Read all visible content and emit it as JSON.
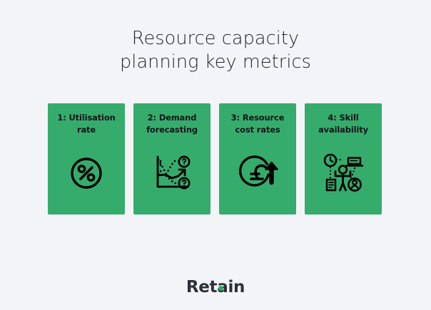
{
  "slide": {
    "background_color": "#f3f4f8",
    "title_lines": [
      "Resource capacity",
      "planning key metrics"
    ],
    "title_color": "#23262e"
  },
  "cards": [
    {
      "title_lines": [
        "1: Utilisation",
        "rate"
      ],
      "icon": "percent-in-circle-icon",
      "background_color": "#36ac6c",
      "text_color": "#111418"
    },
    {
      "title_lines": [
        "2: Demand",
        "forecasting"
      ],
      "icon": "forecast-chart-icon",
      "background_color": "#36ac6c",
      "text_color": "#111418"
    },
    {
      "title_lines": [
        "3: Resource",
        "cost rates"
      ],
      "icon": "pound-rising-arrow-icon",
      "background_color": "#36ac6c",
      "text_color": "#111418"
    },
    {
      "title_lines": [
        "4: Skill",
        "availability"
      ],
      "icon": "skills-person-network-icon",
      "background_color": "#36ac6c",
      "text_color": "#111418"
    }
  ],
  "logo": {
    "text": "Retain",
    "text_color": "#2c3038",
    "accent_color": "#2eab5f"
  }
}
